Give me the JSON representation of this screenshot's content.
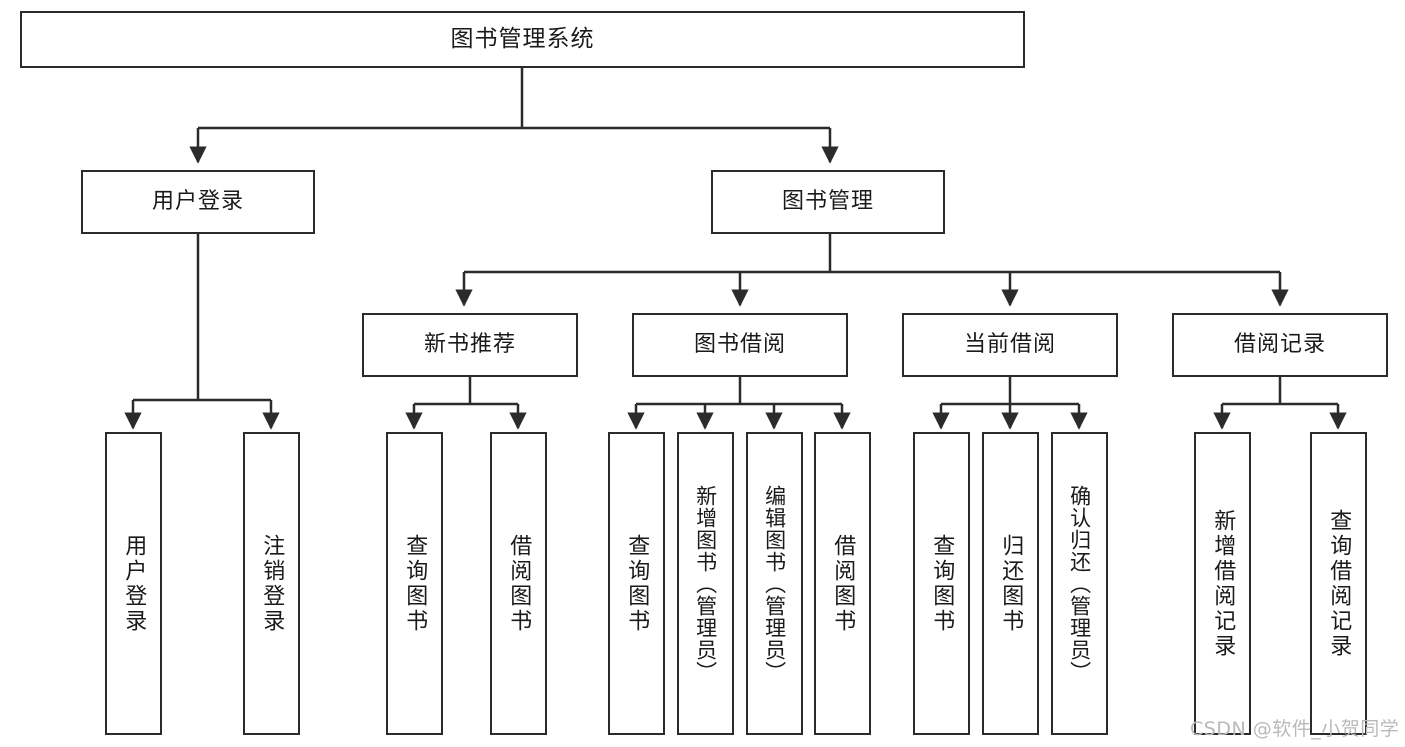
{
  "diagram": {
    "title": "图书管理系统",
    "type": "tree",
    "orientation": "top-down",
    "colors": {
      "box_border": "#2b2b2b",
      "box_fill": "#ffffff",
      "edge": "#2b2b2b",
      "text": "#1a1a1a",
      "watermark": "#b9b9b9",
      "background": "#ffffff"
    },
    "watermark": "CSDN @软件_小贺同学"
  },
  "nodes": {
    "root": {
      "label": "图书管理系统"
    },
    "level2": [
      {
        "label": "用户登录"
      },
      {
        "label": "图书管理"
      }
    ],
    "level3": [
      {
        "label": "新书推荐"
      },
      {
        "label": "图书借阅"
      },
      {
        "label": "当前借阅"
      },
      {
        "label": "借阅记录"
      }
    ],
    "leaves": {
      "user_login": [
        {
          "label": "用户登录"
        },
        {
          "label": "注销登录"
        }
      ],
      "new_book_recommend": [
        {
          "label": "查询图书"
        },
        {
          "label": "借阅图书"
        }
      ],
      "book_borrow": [
        {
          "label": "查询图书"
        },
        {
          "label": "新增图书（管理员）"
        },
        {
          "label": "编辑图书（管理员）"
        },
        {
          "label": "借阅图书"
        }
      ],
      "current_borrow": [
        {
          "label": "查询图书"
        },
        {
          "label": "归还图书"
        },
        {
          "label": "确认归还（管理员）"
        }
      ],
      "borrow_record": [
        {
          "label": "新增借阅记录"
        },
        {
          "label": "查询借阅记录"
        }
      ]
    }
  }
}
